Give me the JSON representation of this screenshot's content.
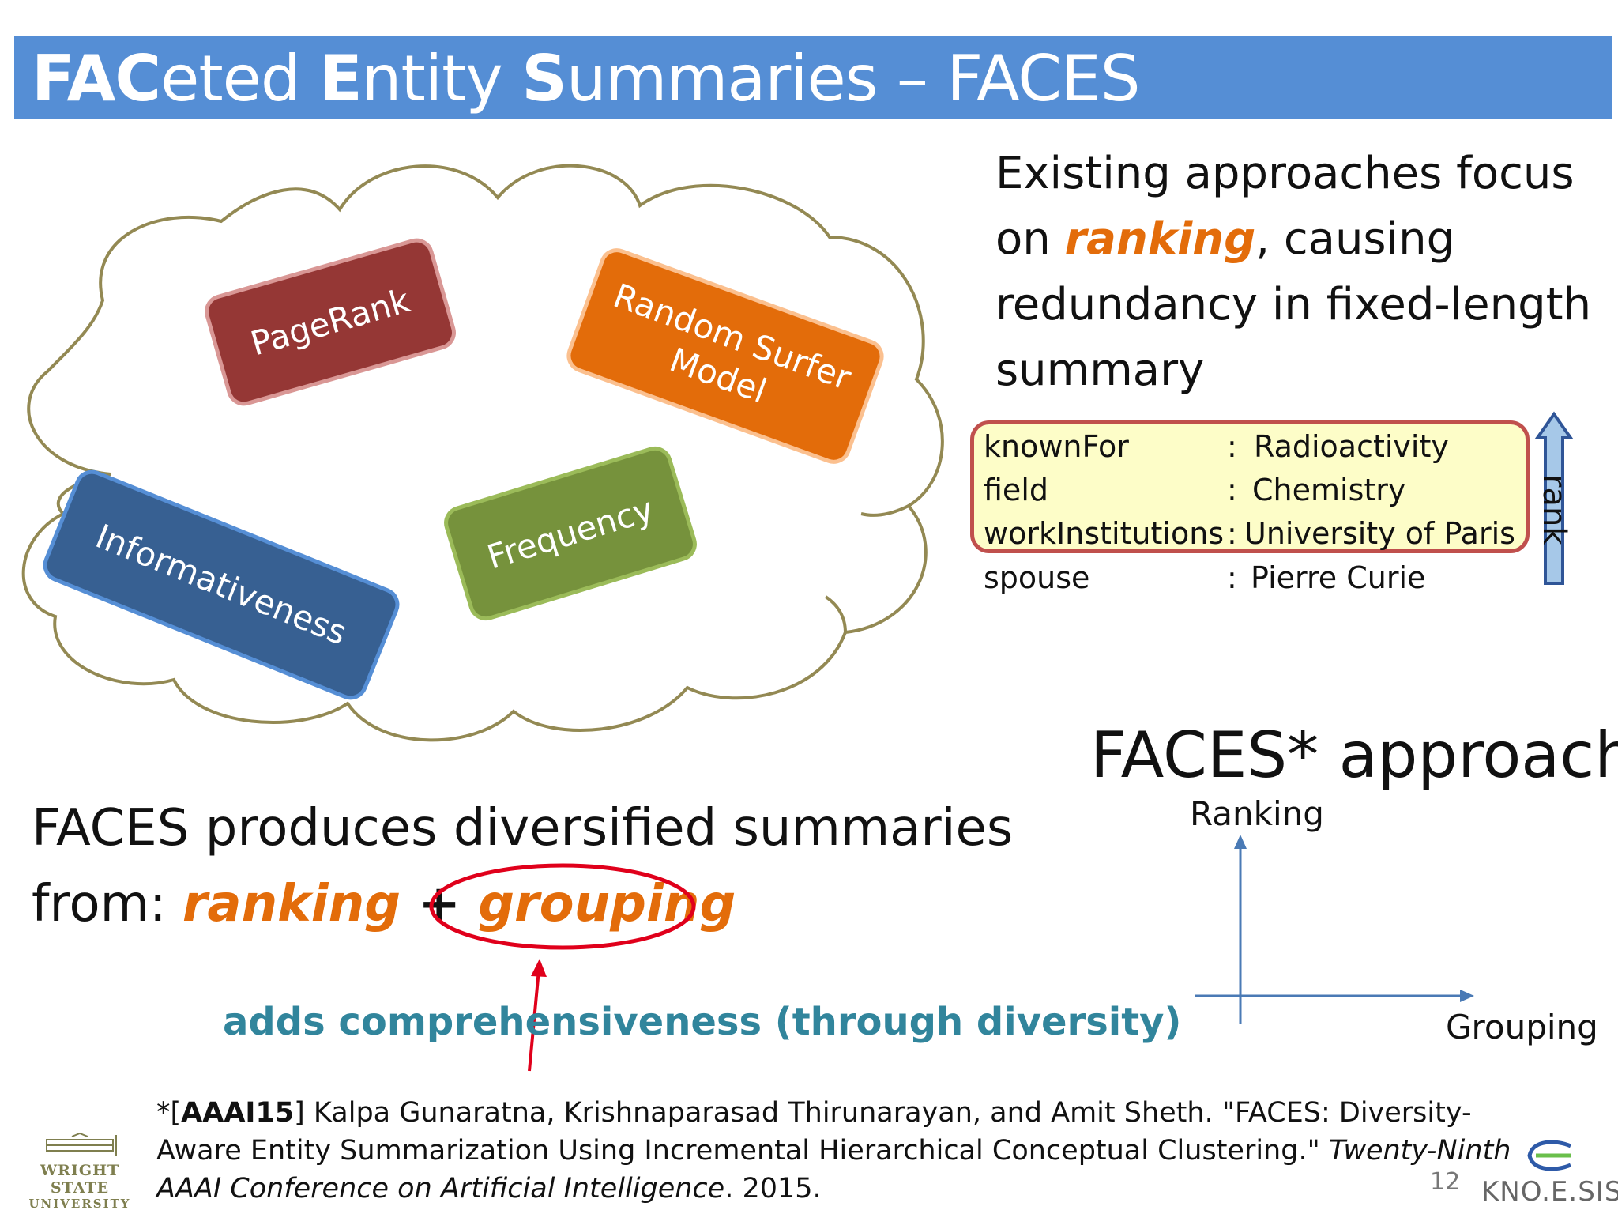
{
  "title": {
    "b1": "FAC",
    "t1": "eted ",
    "b2": "E",
    "t2": "ntity ",
    "b3": "S",
    "t3": "ummaries – FACES"
  },
  "cloud": {
    "pagerank": "PageRank",
    "random_surfer_line1": "Random Surfer",
    "random_surfer_line2": "Model",
    "informativeness": "Informativeness",
    "frequency": "Frequency"
  },
  "existing": {
    "part1": "Existing approaches focus on ",
    "ranking": "ranking",
    "part2": ", causing redundancy in fixed-length summary"
  },
  "facts": [
    {
      "key": "knownFor",
      "sep": ":",
      "value": "Radioactivity"
    },
    {
      "key": "field",
      "sep": ":",
      "value": "Chemistry"
    },
    {
      "key": "workInstitutions",
      "sep": ":",
      "value": "University of Paris"
    },
    {
      "key": "spouse",
      "sep": ":",
      "value": "Pierre Curie"
    }
  ],
  "rank_label": "rank",
  "approach": {
    "title": "FACES* approach",
    "y_axis": "Ranking",
    "x_axis": "Grouping"
  },
  "produces": {
    "line1": "FACES produces diversified summaries",
    "line2_prefix": "from: ",
    "ranking": "ranking",
    "plus": " + ",
    "grouping": "grouping"
  },
  "adds_note": "adds comprehensiveness (through diversity)",
  "citation": {
    "prefix": "*[",
    "tag": "AAAI15",
    "authors": "] Kalpa Gunaratna, Krishnaparasad Thirunarayan, and Amit Sheth. \"FACES: Diversity-Aware Entity Summarization Using Incremental Hierarchical Conceptual Clustering.\" ",
    "venue": "Twenty-Ninth AAAI Conference on Artificial Intelligence",
    "year": ". 2015."
  },
  "page_number": "12",
  "footer": {
    "knoesis": "KNO.E.SIS",
    "wsu_line1": "WRIGHT STATE",
    "wsu_line2": "UNIVERSITY"
  },
  "colors": {
    "title_bar": "#558ed5",
    "orange": "#e36c0a",
    "teal": "#31859c",
    "cloud_outline": "#938953",
    "highlight_box": "#fdfdc8",
    "red": "#e0001b"
  }
}
